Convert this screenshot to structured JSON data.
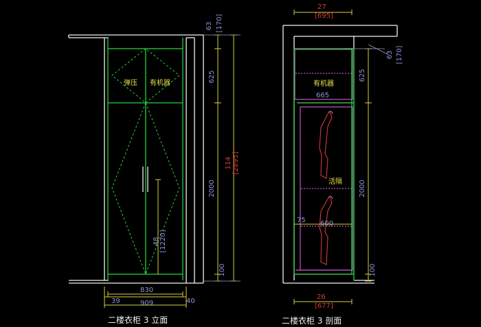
{
  "elevation": {
    "caption": "二楼衣柜 3 立面",
    "label_pop": "弹压",
    "label_device": "有机器",
    "dim_total_width": "830",
    "dim_left_gap": "39",
    "dim_overall": "909",
    "dim_right_gap": "40",
    "dim_top_small": "63",
    "dim_top_small_red": "[170]",
    "dim_upper": "625",
    "dim_mid": "2000",
    "dim_bottom": "100",
    "dim_height": "114",
    "dim_height_red": "[2895]",
    "dim_handle": "48",
    "dim_handle_bracket": "[1220]"
  },
  "section": {
    "caption": "二楼衣柜 3 剖面",
    "label_device": "有机器",
    "label_shelf": "活隔",
    "dim_top_width": "27",
    "dim_top_width_red": "[695]",
    "dim_inner": "665",
    "dim_shelf_depth": "600",
    "dim_left": "75",
    "dim_upper": "625",
    "dim_mid": "2000",
    "dim_bottom": "100",
    "dim_bottom_width": "26",
    "dim_bottom_width_red": "[677]",
    "dim_right_small": "63",
    "dim_right_small_red": "[170]"
  }
}
